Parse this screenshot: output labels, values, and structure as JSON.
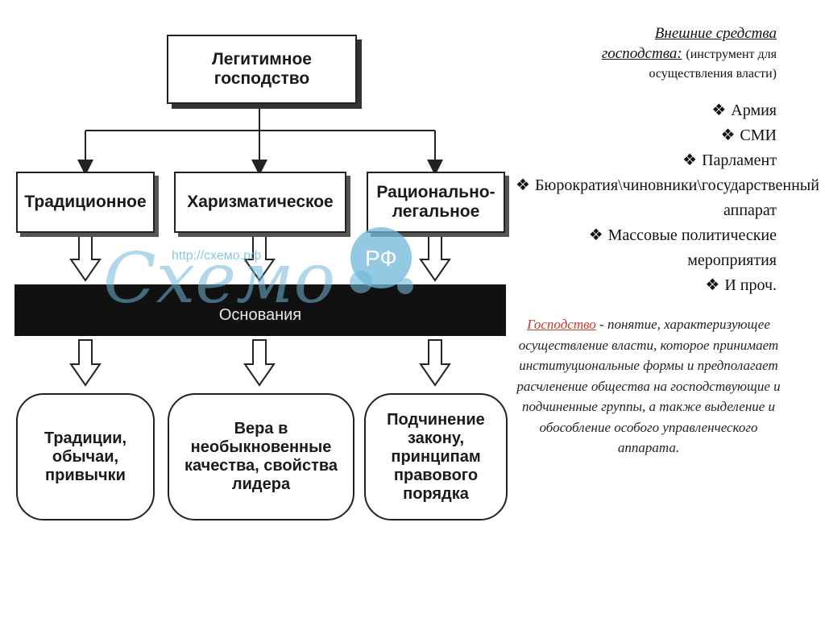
{
  "diagram": {
    "root": "Легитимное господство",
    "types": [
      "Традиционное",
      "Харизматическое",
      "Рационально-легальное"
    ],
    "basis_label": "Основания",
    "bases": [
      "Традиции, обычаи, привычки",
      "Вера в необыкновенные качества, свойства лидера",
      "Подчинение закону, принципам правового порядка"
    ]
  },
  "watermark": {
    "url": "http://схемо.рф",
    "brand": "Схемо",
    "badge": "РФ"
  },
  "right_panel": {
    "heading_line1": "Внешние средства",
    "heading_line2": "господства:",
    "heading_sub": "(инструмент для осуществления власти)",
    "means": [
      "Армия",
      "СМИ",
      "Парламент",
      "Бюрократия\\чиновники\\государственный аппарат",
      "Массовые политические мероприятия",
      "И проч."
    ],
    "definition_term": "Господство",
    "definition_text": " - понятие, характеризующее осуществление власти, которое принимает институциональные формы и предполагает расчленение общества на господствующие и подчиненные группы, а также выделение и обособление особого управленческого аппарата."
  },
  "colors": {
    "band": "#111111",
    "watermark": "#6fb7d9",
    "definition_term": "#c0392b"
  }
}
